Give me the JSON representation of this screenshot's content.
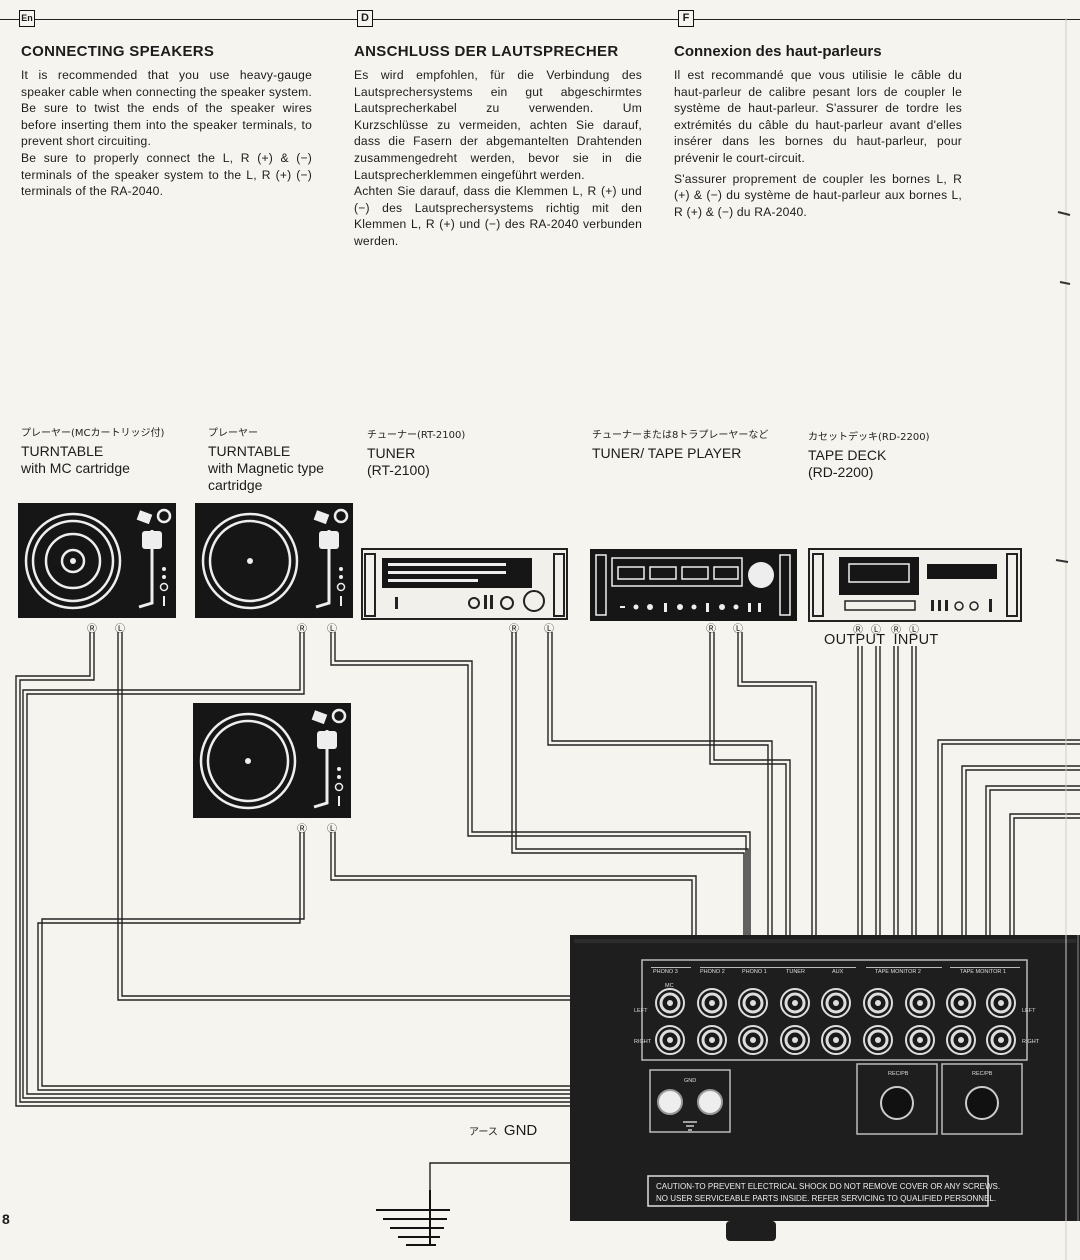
{
  "page_number": "8",
  "languages": [
    {
      "code": "En",
      "title": "CONNECTING SPEAKERS",
      "paragraphs": [
        "It is recommended that you use heavy-gauge speaker cable when connecting the speaker system. Be sure to twist the ends of the speaker wires before inserting them into the speaker terminals, to prevent short circuiting.",
        "Be sure to properly connect the L, R (+) & (−) terminals of the speaker system to the L, R (+) (−) terminals of the RA-2040."
      ]
    },
    {
      "code": "D",
      "title": "ANSCHLUSS DER LAUTSPRECHER",
      "paragraphs": [
        "Es wird empfohlen, für die Verbindung des Lautsprechersystems ein gut abgeschirmtes Lautsprecherkabel zu verwenden. Um Kurzschlüsse zu vermeiden, achten Sie darauf, dass die Fasern der abgemantelten Drahtenden zusammengedreht werden, bevor sie in die Lautsprecherklemmen eingeführt werden.",
        "Achten Sie darauf, dass die Klemmen L, R (+) und (−) des Lautsprechersystems richtig mit den Klemmen L, R (+) und (−) des RA-2040 verbunden werden."
      ]
    },
    {
      "code": "F",
      "title": "Connexion des haut-parleurs",
      "paragraphs": [
        "Il est recommandé que vous utilisie le câble du haut-parleur de calibre pesant lors de coupler le système de haut-parleur. S'assurer de tordre les extrémités du câble du haut-parleur avant d'elles insérer dans les bornes du haut-parleur, pour prévenir le court-circuit.",
        "S'assurer proprement de coupler les bornes L, R (+) & (−) du système de haut-parleur aux bornes L, R (+) & (−) du RA-2040."
      ]
    }
  ],
  "devices": [
    {
      "jp": "プレーヤー(MCカートリッジ付)",
      "name": "TURNTABLE",
      "sub": "with MC cartridge"
    },
    {
      "jp": "プレーヤー",
      "name": "TURNTABLE",
      "sub": "with Magnetic type cartridge"
    },
    {
      "jp": "チューナー(RT-2100)",
      "name": "TUNER",
      "sub": "(RT-2100)"
    },
    {
      "jp": "チューナーまたは8トラプレーヤーなど",
      "name": "TUNER/ TAPE PLAYER",
      "sub": ""
    },
    {
      "jp": "カセットデッキ(RD-2200)",
      "name": "TAPE DECK",
      "sub": "(RD-2200)"
    }
  ],
  "channel_labels": {
    "r": "Ⓡ",
    "l": "Ⓛ"
  },
  "tape_deck_jacks": {
    "output": "OUTPUT",
    "input": "INPUT"
  },
  "ground": {
    "jp": "アース",
    "en": "GND"
  },
  "amp_panel": {
    "inputs": [
      "PHONO 3",
      "PHONO 2",
      "PHONO 1",
      "TUNER",
      "AUX",
      "TAPE MONITOR 2",
      "TAPE MONITOR 1"
    ],
    "phono3_sub": "MC",
    "rec_pb": "REC/PB",
    "gnd": "GND",
    "left": "LEFT",
    "right": "RIGHT",
    "caution_line1": "CAUTION-TO PREVENT ELECTRICAL SHOCK DO NOT REMOVE COVER OR ANY SCREWS.",
    "caution_line2": "NO USER SERVICEABLE PARTS INSIDE. REFER SERVICING TO QUALIFIED PERSONNEL."
  }
}
